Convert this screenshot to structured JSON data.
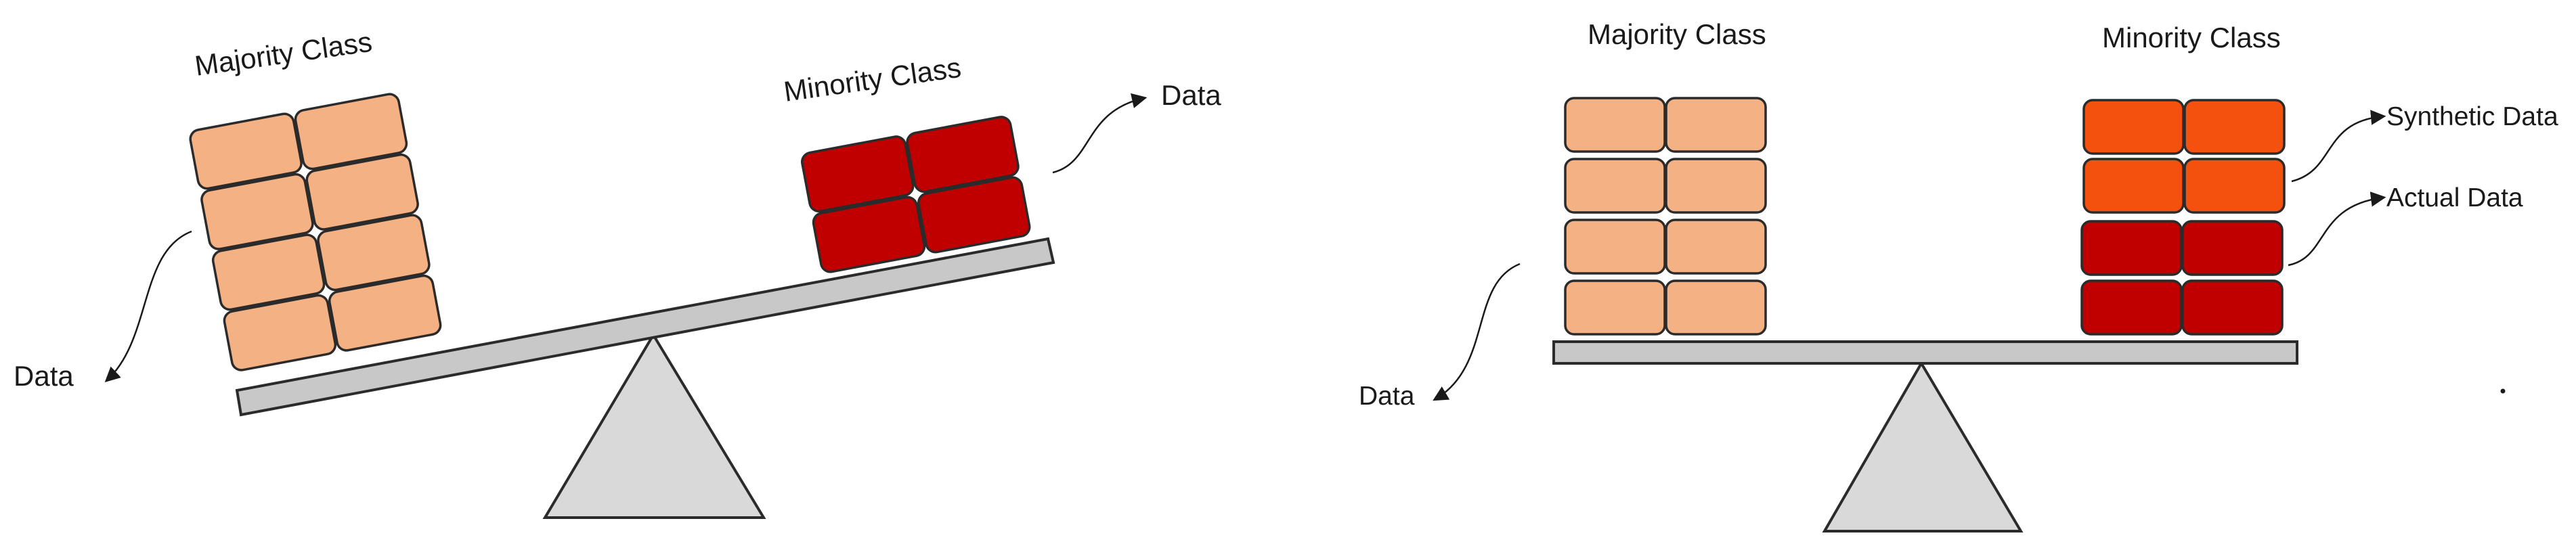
{
  "left_panel": {
    "majority_label": "Majority Class",
    "minority_label": "Minority Class",
    "data_label_left": "Data",
    "data_label_right": "Data"
  },
  "right_panel": {
    "majority_label": "Majority Class",
    "minority_label": "Minority Class",
    "data_label": "Data",
    "synthetic_label": "Synthetic Data",
    "actual_label": "Actual Data"
  },
  "colors": {
    "majority_block": "#f4b183",
    "minority_block": "#c00000",
    "synthetic_block": "#f4510f",
    "beam": "#c8c8c8",
    "fulcrum": "#d9d9d9",
    "outline": "#2b2b2b"
  }
}
